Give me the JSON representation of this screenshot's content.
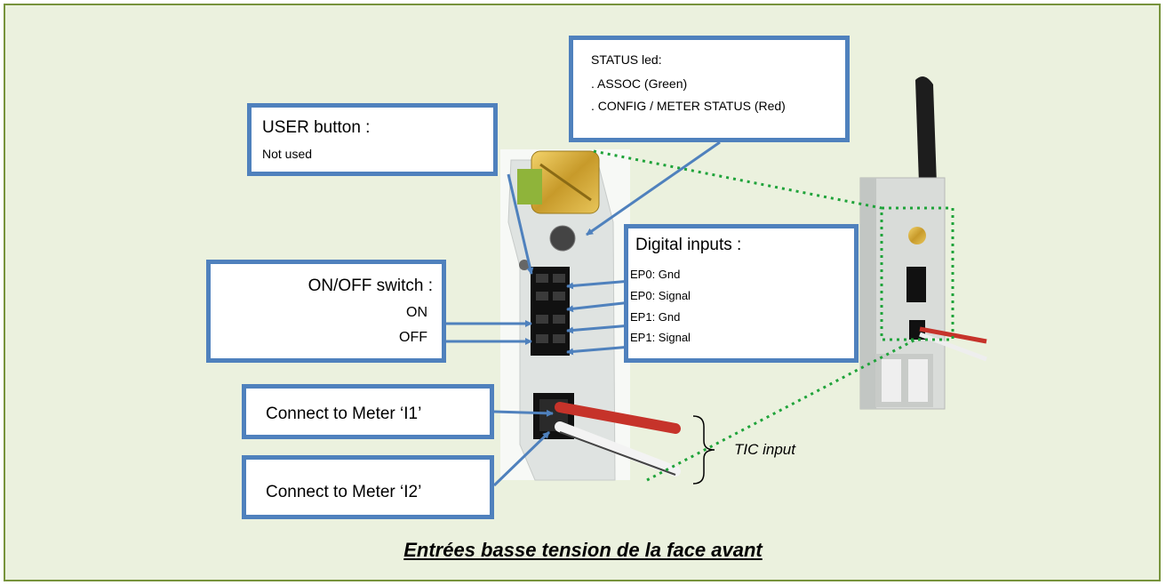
{
  "status_callout": {
    "title": "STATUS led:",
    "line1": ". ASSOC (Green)",
    "line2": ". CONFIG / METER STATUS (Red)"
  },
  "user_callout": {
    "title": "USER button :",
    "subtitle": "Not used"
  },
  "switch_callout": {
    "title": "ON/OFF switch :",
    "on": "ON",
    "off": "OFF"
  },
  "digital_callout": {
    "title": "Digital inputs :",
    "items": [
      "EP0: Gnd",
      "EP0: Signal",
      "EP1: Gnd",
      "EP1: Signal"
    ]
  },
  "meter_i1": "Connect to Meter ‘I1’",
  "meter_i2": "Connect to Meter ‘I2’",
  "tic_label": "TIC input",
  "caption": "Entrées basse tension de la face avant",
  "colors": {
    "background": "#ebf1de",
    "frame_border": "#77933c",
    "callout_border": "#4f81bd",
    "dotted_line": "#1fa33a"
  }
}
